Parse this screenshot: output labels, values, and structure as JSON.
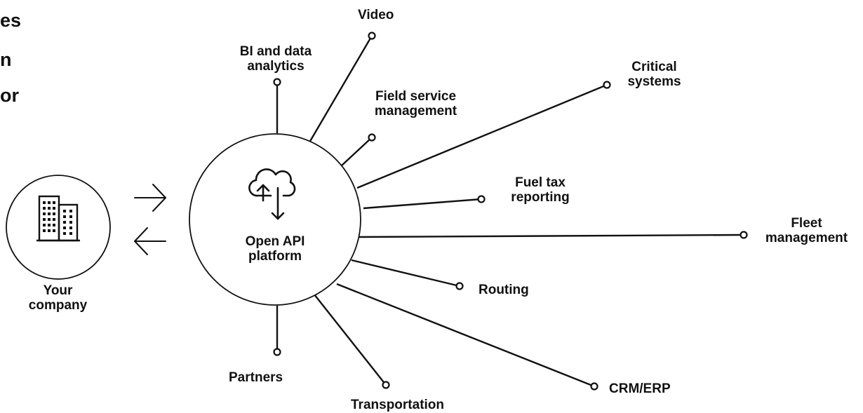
{
  "title_fragments": [
    "es",
    "n",
    "or"
  ],
  "company": {
    "label": "Your\ncompany",
    "icon": "office-building-icon"
  },
  "hub": {
    "label": "Open API\nplatform",
    "icon": "cloud-sync-icon"
  },
  "flow": {
    "icons": [
      "arrow-right-icon",
      "arrow-left-icon"
    ]
  },
  "integrations": [
    {
      "id": "video",
      "label": "Video"
    },
    {
      "id": "bi",
      "label": "BI and data\nanalytics"
    },
    {
      "id": "field",
      "label": "Field service\nmanagement"
    },
    {
      "id": "critical",
      "label": "Critical\nsystems"
    },
    {
      "id": "fuel",
      "label": "Fuel tax\nreporting"
    },
    {
      "id": "fleet",
      "label": "Fleet\nmanagement"
    },
    {
      "id": "routing",
      "label": "Routing"
    },
    {
      "id": "crm",
      "label": "CRM/ERP"
    },
    {
      "id": "transport",
      "label": "Transportation"
    },
    {
      "id": "partners",
      "label": "Partners"
    }
  ],
  "colors": {
    "ink": "#111111",
    "background": "#ffffff"
  }
}
